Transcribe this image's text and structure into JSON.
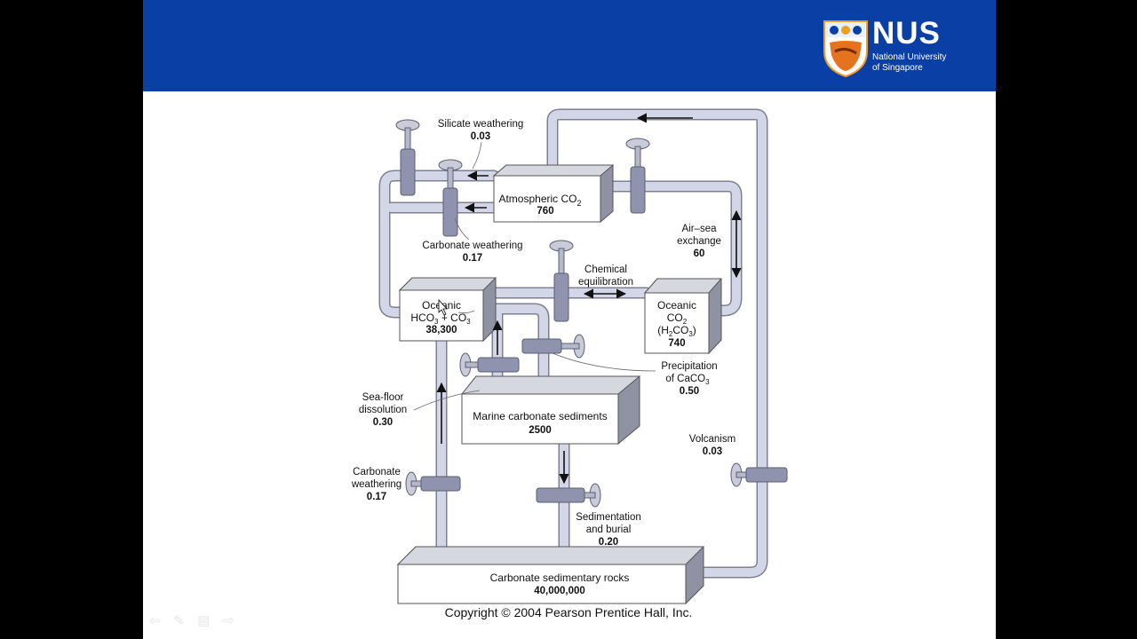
{
  "header": {
    "logo_text": "NUS",
    "logo_sub1": "National University",
    "logo_sub2": "of Singapore"
  },
  "diagram": {
    "boxes": {
      "atm": {
        "name": "Atmospheric CO",
        "sub": "2",
        "value": "760"
      },
      "oceanic_hco3": {
        "line1": "Oceanic",
        "value": "38,300"
      },
      "oceanic_co2": {
        "line1": "Oceanic",
        "line2": "CO",
        "line3": "(H",
        "value": "740"
      },
      "marine": {
        "name": "Marine carbonate sediments",
        "value": "2500"
      },
      "rocks": {
        "name": "Carbonate sedimentary rocks",
        "value": "40,000,000"
      }
    },
    "flows": {
      "silicate": {
        "name": "Silicate weathering",
        "value": "0.03"
      },
      "carb_top": {
        "name": "Carbonate weathering",
        "value": "0.17"
      },
      "air_sea": {
        "line1": "Air–sea",
        "line2": "exchange",
        "value": "60"
      },
      "chemical": {
        "line1": "Chemical",
        "line2": "equilibration"
      },
      "precip": {
        "line1": "Precipitation",
        "line2": "of CaCO",
        "value": "0.50"
      },
      "seafloor": {
        "line1": "Sea-floor",
        "line2": "dissolution",
        "value": "0.30"
      },
      "volcanism": {
        "name": "Volcanism",
        "value": "0.03"
      },
      "carb_left": {
        "line1": "Carbonate",
        "line2": "weathering",
        "value": "0.17"
      },
      "sedimentation": {
        "line1": "Sedimentation",
        "line2": "and burial",
        "value": "0.20"
      }
    },
    "copyright": "Copyright © 2004 Pearson Prentice Hall, Inc."
  },
  "icons": [
    "back-arrow-icon",
    "pen-icon",
    "menu-icon",
    "forward-arrow-icon"
  ],
  "colors": {
    "header": "#0a3fa6",
    "pipe": "#d2d6e6",
    "valve": "#8f93ad"
  }
}
